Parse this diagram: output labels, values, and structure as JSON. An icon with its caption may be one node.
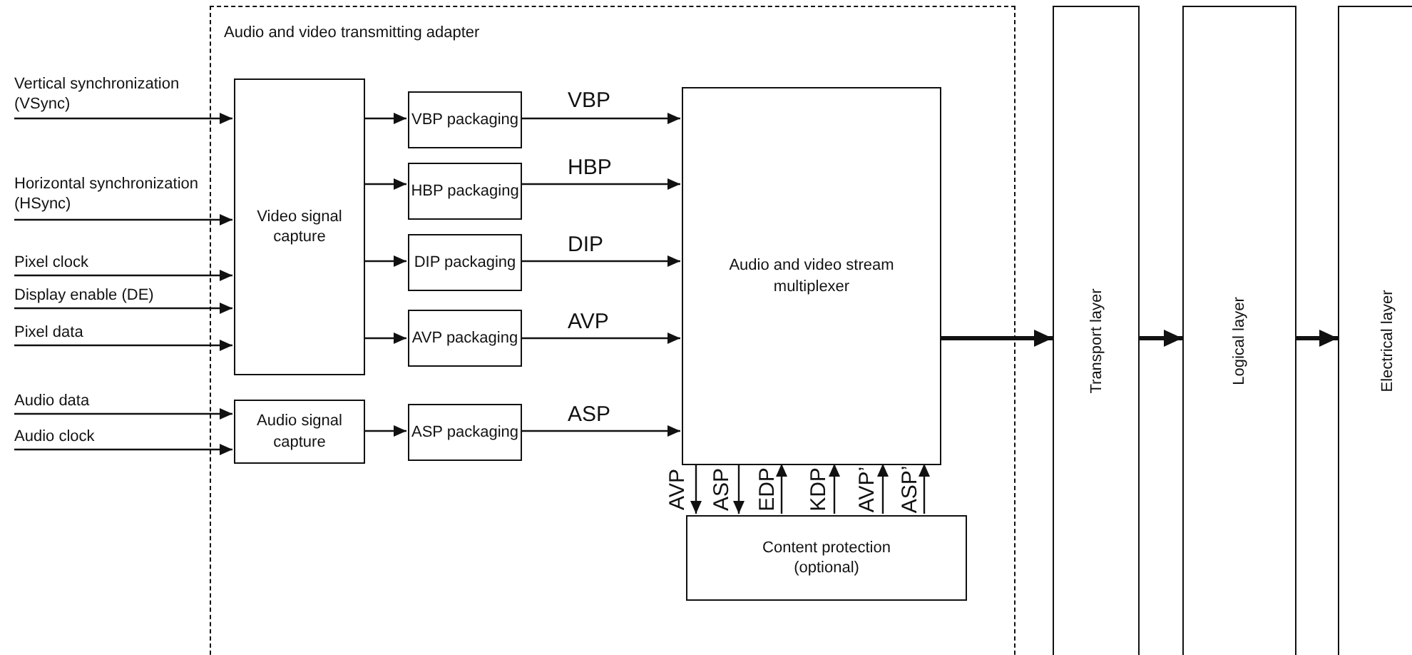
{
  "diagram": {
    "nodes": [
      {
        "text": [
          "Audio and video transmitting adapter"
        ]
      },
      {
        "text": [
          "Vertical synchronization (VSync)"
        ]
      },
      {
        "text": [
          "Horizontal synchronization (HSync)"
        ]
      },
      {
        "text": [
          "Pixel clock"
        ]
      },
      {
        "text": [
          "Display enable (DE)"
        ]
      },
      {
        "text": [
          "Pixel data"
        ]
      },
      {
        "text": [
          "Audio data"
        ]
      },
      {
        "text": [
          "Audio clock"
        ]
      },
      {
        "text": [
          "Video signal capture"
        ],
        "in": 0
      },
      {
        "text": [
          "Audio signal capture"
        ],
        "in": 0
      },
      {
        "text": [
          "VBP packaging"
        ],
        "in": 0
      },
      {
        "text": [
          "HBP packaging"
        ],
        "in": 0
      },
      {
        "text": [
          "DIP packaging"
        ],
        "in": 0
      },
      {
        "text": [
          "AVP packaging"
        ],
        "in": 0
      },
      {
        "text": [
          "ASP packaging"
        ],
        "in": 0
      },
      {
        "text": [
          "Audio and video stream multiplexer"
        ],
        "in": 0
      },
      {
        "text": [
          "Content protection (optional)"
        ],
        "in": 0
      },
      {
        "text": [
          "Transport layer"
        ]
      },
      {
        "text": [
          "Logical layer"
        ]
      },
      {
        "text": [
          "Electrical layer"
        ]
      }
    ],
    "edges": [
      {
        "from": 1,
        "to": 8,
        "arrow": "to"
      },
      {
        "from": 2,
        "to": 8,
        "arrow": "to"
      },
      {
        "from": 3,
        "to": 8,
        "arrow": "to"
      },
      {
        "from": 4,
        "to": 8,
        "arrow": "to"
      },
      {
        "from": 5,
        "to": 8,
        "arrow": "to"
      },
      {
        "from": 6,
        "to": 9,
        "arrow": "to"
      },
      {
        "from": 7,
        "to": 9,
        "arrow": "to"
      },
      {
        "from": 8,
        "to": 10,
        "arrow": "to"
      },
      {
        "from": 8,
        "to": 11,
        "arrow": "to"
      },
      {
        "from": 8,
        "to": 12,
        "arrow": "to"
      },
      {
        "from": 8,
        "to": 13,
        "arrow": "to"
      },
      {
        "from": 9,
        "to": 14,
        "arrow": "to"
      },
      {
        "from": 10,
        "to": 15,
        "arrow": "to",
        "label": "VBP"
      },
      {
        "from": 11,
        "to": 15,
        "arrow": "to",
        "label": "HBP"
      },
      {
        "from": 12,
        "to": 15,
        "arrow": "to",
        "label": "DIP"
      },
      {
        "from": 13,
        "to": 15,
        "arrow": "to",
        "label": "AVP"
      },
      {
        "from": 14,
        "to": 15,
        "arrow": "to",
        "label": "ASP"
      },
      {
        "from": 15,
        "to": 16,
        "arrow": "to",
        "label": "AVP"
      },
      {
        "from": 15,
        "to": 16,
        "arrow": "to",
        "label": "ASP"
      },
      {
        "from": 16,
        "to": 15,
        "arrow": "to",
        "label": "EDP"
      },
      {
        "from": 16,
        "to": 15,
        "arrow": "to",
        "label": "KDP"
      },
      {
        "from": 16,
        "to": 15,
        "arrow": "to",
        "label": "AVP’"
      },
      {
        "from": 16,
        "to": 15,
        "arrow": "to",
        "label": "ASP’"
      },
      {
        "from": 15,
        "to": 17,
        "arrow": "to",
        "style": "thick"
      },
      {
        "from": 17,
        "to": 18,
        "arrow": "to",
        "style": "thick"
      },
      {
        "from": 18,
        "to": 19,
        "arrow": "to",
        "style": "thick"
      }
    ]
  }
}
